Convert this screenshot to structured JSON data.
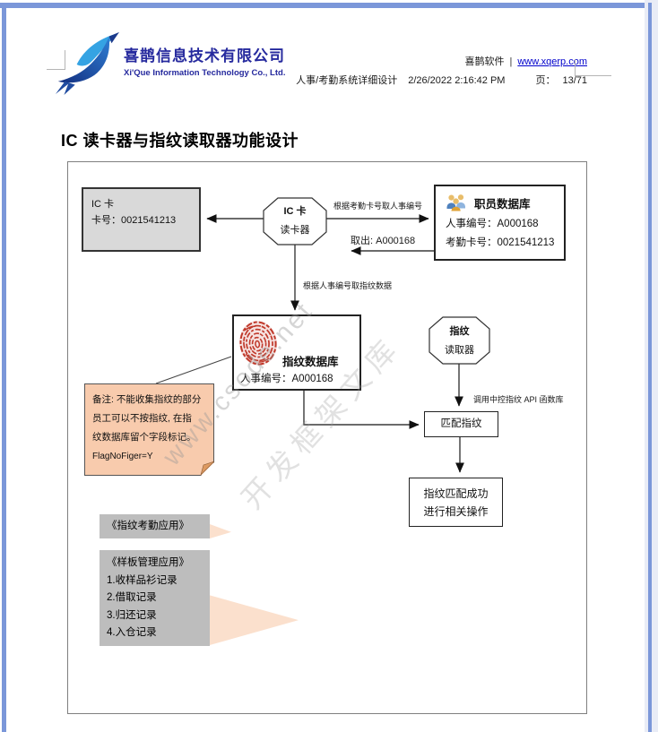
{
  "header": {
    "company_name_cn": "喜鹊信息技术有限公司",
    "company_name_en": "Xi'Que Information Technology Co., Ltd.",
    "product_name": "喜鹊软件",
    "separator": "|",
    "website": "www.xqerp.com",
    "doc_title": "人事/考勤系统详细设计",
    "datetime": "2/26/2022 2:16:42 PM",
    "page_label": "页：",
    "page_number": "13/71"
  },
  "page": {
    "title": "IC 读卡器与指纹读取器功能设计"
  },
  "diagram": {
    "ic_card_box": {
      "line1": "IC 卡",
      "line2": "卡号：0021541213"
    },
    "ic_reader": {
      "line1": "IC 卡",
      "line2": "读卡器"
    },
    "staff_db": {
      "title": "职员数据库",
      "line1": "人事编号：A000168",
      "line2": "考勤卡号：0021541213"
    },
    "fp_db": {
      "title": "指纹数据库",
      "line1": "人事编号：A000168"
    },
    "fp_reader": {
      "line1": "指纹",
      "line2": "读取器"
    },
    "match_box": {
      "label": "匹配指纹"
    },
    "success_box": {
      "line1": "指纹匹配成功",
      "line2": "进行相关操作"
    },
    "labels": {
      "get_person_id": "根据考勤卡号取人事编号",
      "fetch_result": "取出: A000168",
      "get_fingerprint": "根据人事编号取指纹数据",
      "call_api": "调用中控指纹 API 函数库"
    },
    "note": {
      "line1": "备注: 不能收集指纹的部分",
      "line2": "员工可以不按指纹, 在指",
      "line3": "纹数据库留个字段标记。",
      "line4": "FlagNoFiger=Y"
    },
    "apps": {
      "app1": "《指纹考勤应用》",
      "app2_title": "《样板管理应用》",
      "app2_items": [
        "1.收样品衫记录",
        "2.借取记录",
        "3.归还记录",
        "4.入仓记录"
      ]
    },
    "watermark": {
      "line1": "www.csode.net",
      "line2": "开发框架文库"
    }
  },
  "colors": {
    "window_border": "#7b97d9",
    "brand_blue": "#262a9e",
    "link_blue": "#0000cc",
    "note_fill": "#f8cbad",
    "box_gray": "#d9d9d9",
    "app_gray": "#bdbdbd",
    "accent_peach": "#fbe0cd",
    "fingerprint_red": "#c0392b"
  }
}
